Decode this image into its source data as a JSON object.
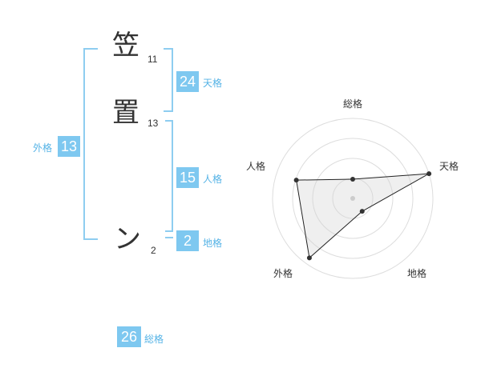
{
  "name": {
    "chars": [
      {
        "char": "笠",
        "strokes": "11"
      },
      {
        "char": "置",
        "strokes": "13"
      },
      {
        "char": "ン",
        "strokes": "2"
      }
    ]
  },
  "kaku": {
    "tenkaku": {
      "value": "24",
      "label": "天格"
    },
    "jinkaku": {
      "value": "15",
      "label": "人格"
    },
    "chikaku": {
      "value": "2",
      "label": "地格"
    },
    "gaikaku": {
      "value": "13",
      "label": "外格"
    },
    "soukaku": {
      "value": "26",
      "label": "総格"
    }
  },
  "colors": {
    "accent": "#7ec8f0",
    "bracket": "#8ecdf0",
    "label": "#55b3e6"
  },
  "chart_data": {
    "type": "radar",
    "axes": [
      "総格",
      "天格",
      "地格",
      "外格",
      "人格"
    ],
    "values": [
      0.24,
      1.0,
      0.2,
      0.92,
      0.74
    ],
    "range": [
      0,
      1
    ],
    "rings": 4
  }
}
